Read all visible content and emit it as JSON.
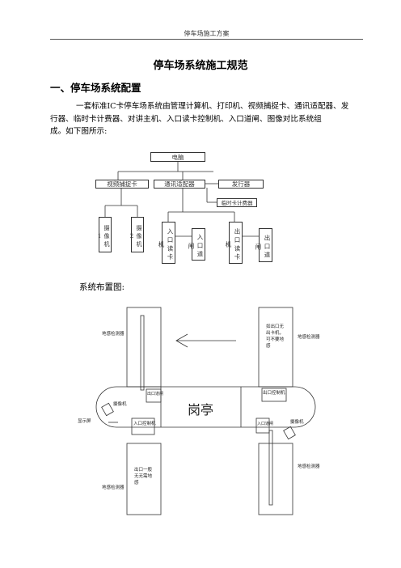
{
  "header": {
    "text": "停车场施工方案"
  },
  "document": {
    "title": "停车场系统施工规范",
    "section_heading": "一、停车场系统配置",
    "paragraph_line1": "一套标准IC卡停车场系统由管理计算机、打印机、视频捕捉卡、通讯适配器、发",
    "paragraph_line2": "行器、临时卡计费器、对讲主机、入口读卡控制机、入口道闸、图像对比系统组",
    "paragraph_line3": "成。如下图所示:",
    "layout_label": "系统布置图:"
  },
  "diagram1": {
    "computer": "电脑",
    "video_card": "视频捕捉卡",
    "comm_adapter": "通讯适配器",
    "issuer": "发行器",
    "temp_billing": "临时卡计费器",
    "camera1": "摄像机1",
    "camera2": "摄像机2",
    "entry_reader": "入口读卡机",
    "entry_gate": "入口道闸",
    "exit_reader": "出口读卡机",
    "exit_gate": "出口道闸"
  },
  "diagram2": {
    "loop_tl": "地感检测器",
    "loop_tr": "地感检测器",
    "add_exit_note_1": "如出口无",
    "add_exit_note_2": "出卡机，",
    "add_exit_note_3": "可不要地",
    "add_exit_note_4": "感",
    "camera_left": "摄像机",
    "exit_gate": "出口道闸",
    "booth": "岗亭",
    "exit_control": "出口控制机",
    "display": "显示屏",
    "entry_control": "入口控制机",
    "entry_gate": "入口道闸",
    "camera_right": "摄像机",
    "exit_note_1": "出口一般",
    "exit_note_2": "无无需地",
    "exit_note_3": "感",
    "loop_bl": "地感检测器",
    "loop_br": "地感检测器"
  }
}
